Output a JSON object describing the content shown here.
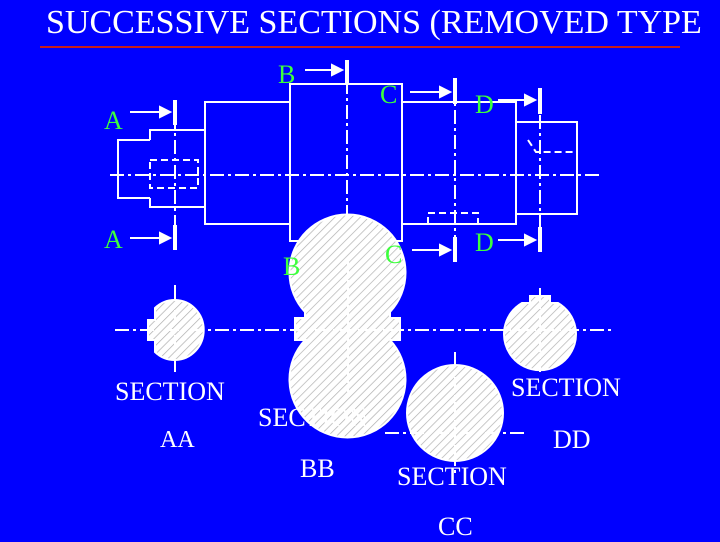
{
  "slide": {
    "title": "SUCCESSIVE SECTIONS (REMOVED TYPE",
    "background_color": "#0000FF",
    "rule_color": "#C81E1E"
  },
  "cutting_plane_labels": {
    "a_top": "A",
    "a_bottom": "A",
    "b_top": "B",
    "b_bottom": "B",
    "c_top": "C",
    "c_bottom": "C",
    "d_top": "D",
    "d_bottom": "D"
  },
  "section_captions": {
    "aa_word": "SECTION",
    "aa_name": "AA",
    "bb_word": "SECTION",
    "bb_name": "BB",
    "cc_word": "SECTION",
    "cc_name": "CC",
    "dd_word": "SECTION",
    "dd_name": "DD"
  },
  "colors": {
    "labels": "#3DFF3D",
    "lines": "#FFFFFF"
  }
}
